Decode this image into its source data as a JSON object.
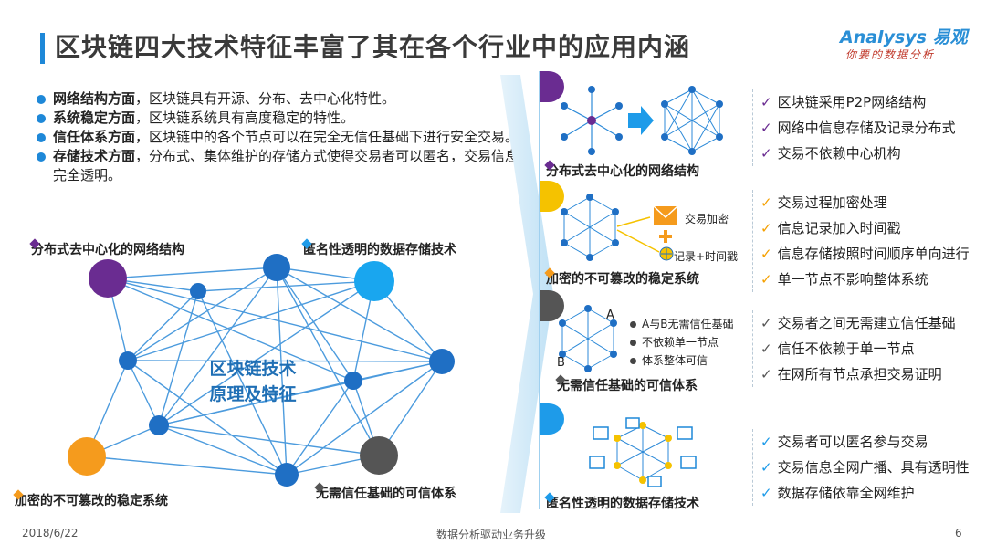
{
  "title": "区块链四大技术特征丰富了其在各个行业中的应用内涵",
  "logo": {
    "brand": "Analysys 易观",
    "slogan": "你要的数据分析"
  },
  "bullets": [
    {
      "head": "网络结构方面",
      "text": "，区块链具有开源、分布、去中心化特性。"
    },
    {
      "head": "系统稳定方面",
      "text": "，区块链系统具有高度稳定的特性。"
    },
    {
      "head": "信任体系方面",
      "text": "，区块链中的各个节点可以在完全无信任基础下进行安全交易。"
    },
    {
      "head": "存储技术方面",
      "text": "，分布式、集体维护的存储方式使得交易者可以匿名，交易信息完全透明。"
    }
  ],
  "network": {
    "center_line1": "区块链技术",
    "center_line2": "原理及特征",
    "legend": {
      "tl": "分布式去中心化的网络结构",
      "tr": "匿名性透明的数据存储技术",
      "bl": "加密的不可篡改的稳定系统",
      "br": "无需信任基础的可信体系"
    }
  },
  "sections": [
    {
      "title": "分布式去中心化的网络结构",
      "points": [
        "区块链采用P2P网络结构",
        "网络中信息存储及记录分布式",
        "交易不依赖中心机构"
      ],
      "color": "#6a2c91"
    },
    {
      "title": "加密的不可篡改的稳定系统",
      "points": [
        "交易过程加密处理",
        "信息记录加入时间戳",
        "信息存储按照时间顺序单向进行",
        "单一节点不影响整体系统"
      ],
      "color": "#f5c200",
      "labels": [
        "交易加密",
        "记录+时间戳"
      ]
    },
    {
      "title": "无需信任基础的可信体系",
      "points": [
        "交易者之间无需建立信任基础",
        "信任不依赖于单一节点",
        "在网所有节点承担交易证明"
      ],
      "color": "#555555",
      "labels": [
        "A与B无需信任基础",
        "不依赖单一节点",
        "体系整体可信"
      ],
      "nodes": [
        "A",
        "B"
      ]
    },
    {
      "title": "匿名性透明的数据存储技术",
      "points": [
        "交易者可以匿名参与交易",
        "交易信息全网广播、具有透明性",
        "数据存储依靠全网维护"
      ],
      "color": "#1e9be9"
    }
  ],
  "check_mark": "✓",
  "footer": {
    "date": "2018/6/22",
    "center": "数据分析驱动业务升级",
    "page": "6"
  }
}
